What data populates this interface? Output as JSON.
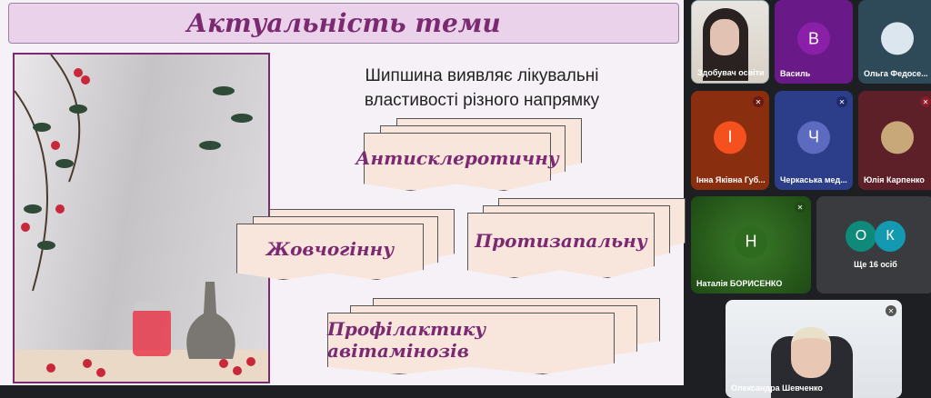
{
  "slide": {
    "title": "Актуальність теми",
    "subtitle_line1": "Шипшина виявляє лікувальні",
    "subtitle_line2": "властивості різного напрямку",
    "properties": [
      "Антисклеротичну",
      "Жовчогінну",
      "Протизапальну",
      "Профілактику  авітамінозів"
    ]
  },
  "participants": [
    {
      "name": "Здобувач освіти",
      "type": "video"
    },
    {
      "name": "Василь",
      "initial": "В",
      "color": "#8a1fa8"
    },
    {
      "name": "Ольга Федосе...",
      "type": "photo"
    },
    {
      "name": "Інна Яківна Губ...",
      "initial": "І",
      "color": "#f4511e",
      "muted": true
    },
    {
      "name": "Черкаська мед...",
      "initial": "Ч",
      "color": "#5c6bc0",
      "muted": true
    },
    {
      "name": "Юлія Карпенко",
      "type": "photo",
      "muted": true
    },
    {
      "name": "Наталія БОРИСЕНКО",
      "initial": "Н",
      "color": "#2e6b1f",
      "muted": true
    }
  ],
  "more": {
    "initials": [
      "О",
      "К"
    ],
    "label": "Ще 16 осіб"
  },
  "speaker": {
    "name": "Олександра Шевченко"
  }
}
